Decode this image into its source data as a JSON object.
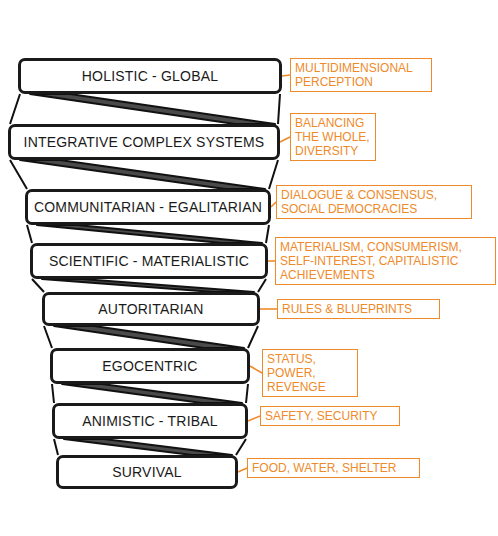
{
  "diagram": {
    "nodes": [
      {
        "text": [
          "HOLISTIC - GLOBAL"
        ]
      },
      {
        "text": [
          "MULTIDIMENSIONAL PERCEPTION"
        ]
      },
      {
        "text": [
          "INTEGRATIVE COMPLEX SYSTEMS"
        ]
      },
      {
        "text": [
          "BALANCING THE WHOLE, DIVERSITY"
        ]
      },
      {
        "text": [
          "COMMUNITARIAN - EGALITARIAN"
        ]
      },
      {
        "text": [
          "DIALOGUE & CONSENSUS, SOCIAL DEMOCRACIES"
        ]
      },
      {
        "text": [
          "SCIENTIFIC - MATERIALISTIC"
        ]
      },
      {
        "text": [
          "MATERIALISM, CONSUMERISM, SELF-INTEREST, CAPITALISTIC ACHIEVEMENTS"
        ]
      },
      {
        "text": [
          "AUTORITARIAN"
        ]
      },
      {
        "text": [
          "RULES & BLUEPRINTS"
        ]
      },
      {
        "text": [
          "EGOCENTRIC"
        ]
      },
      {
        "text": [
          "STATUS, POWER, REVENGE"
        ]
      },
      {
        "text": [
          "ANIMISTIC - TRIBAL"
        ]
      },
      {
        "text": [
          "SAFETY, SECURITY"
        ]
      },
      {
        "text": [
          "SURVIVAL"
        ]
      },
      {
        "text": [
          "FOOD, WATER, SHELTER"
        ]
      }
    ],
    "edges": [
      {
        "from": 0,
        "to": 1,
        "arrow": "none"
      },
      {
        "from": 2,
        "to": 3,
        "arrow": "none"
      },
      {
        "from": 4,
        "to": 5,
        "arrow": "none"
      },
      {
        "from": 6,
        "to": 7,
        "arrow": "none"
      },
      {
        "from": 8,
        "to": 9,
        "arrow": "none"
      },
      {
        "from": 10,
        "to": 11,
        "arrow": "none"
      },
      {
        "from": 12,
        "to": 13,
        "arrow": "none"
      },
      {
        "from": 14,
        "to": 15,
        "arrow": "none"
      }
    ]
  }
}
